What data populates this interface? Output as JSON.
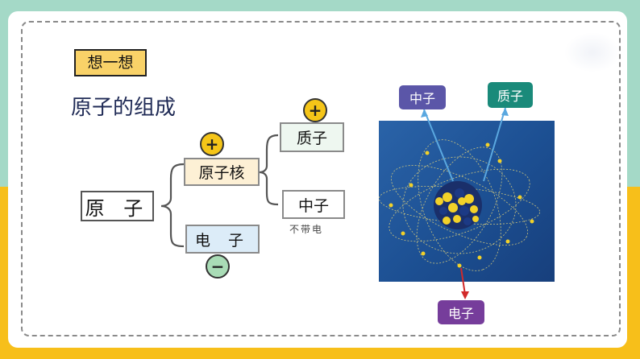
{
  "slide": {
    "think_tag": "想一想",
    "heading": "原子的组成"
  },
  "diagram": {
    "atom": "原 子",
    "nucleus": "原子核",
    "electron": "电 子",
    "proton": "质子",
    "neutron": "中子",
    "neutron_note": "不带电",
    "plus_sign": "+",
    "minus_sign": "−"
  },
  "atom_figure": {
    "label_neutron": "中子",
    "label_proton": "质子",
    "label_electron": "电子"
  },
  "colors": {
    "accent_yellow": "#f5c518",
    "minus_green": "#a9dcb6",
    "label_neutron": "#5b56a8",
    "label_proton": "#1a8a7a",
    "label_electron": "#763d9b"
  }
}
